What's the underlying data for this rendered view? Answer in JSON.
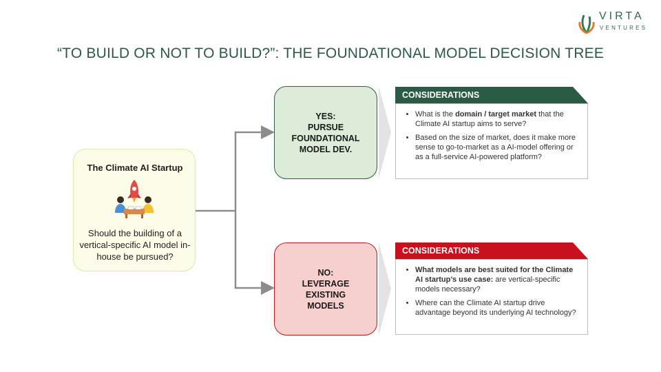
{
  "title": "“TO BUILD OR NOT TO BUILD?”: THE FOUNDATIONAL MODEL DECISION TREE",
  "logo": {
    "name": "VIRTA",
    "sub": "VENTURES"
  },
  "start": {
    "title": "The Climate AI Startup",
    "question": "Should the building of a vertical-specific AI model in-house be pursued?"
  },
  "yes": {
    "label": "YES:\nPURSUE\nFOUNDATIONAL\nMODEL DEV.",
    "header": "CONSIDERATIONS",
    "items": [
      {
        "pre": "What is the ",
        "bold": "domain / target market",
        "post": " that the Climate AI startup aims to serve?"
      },
      {
        "pre": "Based on the size of market, does it make more sense to go-to-market as a AI-model offering or as a full-service AI-powered platform?",
        "bold": "",
        "post": ""
      }
    ]
  },
  "no": {
    "label": "NO:\nLEVERAGE\nEXISTING\nMODELS",
    "header": "CONSIDERATIONS",
    "items": [
      {
        "pre": "",
        "bold": "What models are best suited for the Climate AI startup’s use case:",
        "post": " are vertical-specific models necessary?"
      },
      {
        "pre": "Where can the Climate AI startup drive advantage beyond its underlying AI technology?",
        "bold": "",
        "post": ""
      }
    ]
  },
  "colors": {
    "title": "#2a5a44",
    "yes_fill": "#dcecd9",
    "yes_border": "#2e5e46",
    "no_fill": "#f6cfcf",
    "no_border": "#b61a1a",
    "green_header": "#2b5a45",
    "red_header": "#c8101e",
    "start_fill": "#fcfde8",
    "connector": "#8c8c8c"
  }
}
